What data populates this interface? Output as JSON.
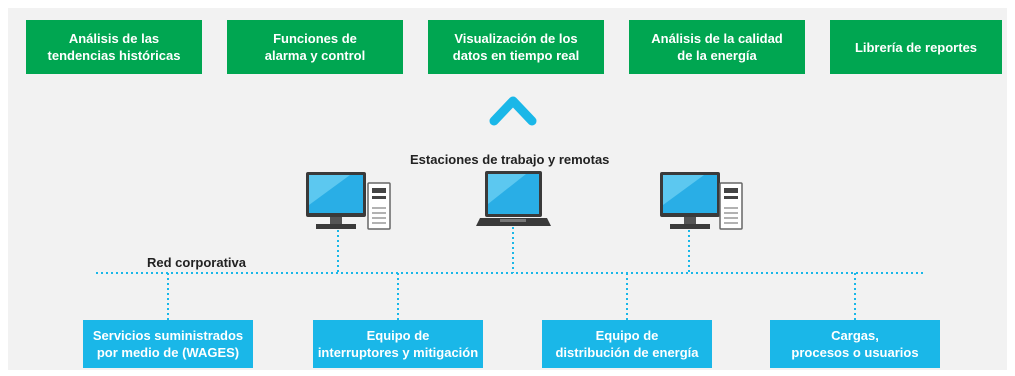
{
  "top_functions": [
    {
      "label": "Análisis de las\ntendencias históricas"
    },
    {
      "label": "Funciones de\nalarma y control"
    },
    {
      "label": "Visualización de los\ndatos en tiempo real"
    },
    {
      "label": "Análisis de la calidad\nde la energía"
    },
    {
      "label": "Librería de reportes"
    }
  ],
  "workstations_label": "Estaciones de trabajo y remotas",
  "network_label": "Red corporativa",
  "bottom_components": [
    {
      "label": "Servicios suministrados\npor medio de (WAGES)"
    },
    {
      "label": "Equipo de\ninterruptores y mitigación"
    },
    {
      "label": "Equipo de\ndistribución de energía"
    },
    {
      "label": "Cargas,\nprocesos o usuarios"
    }
  ],
  "colors": {
    "green": "#00a651",
    "blue": "#1ab7e8",
    "panel": "#f2f2f2",
    "network_line": "#1ab7e8"
  },
  "icons": [
    "up-arrow-icon",
    "desktop-computer-icon",
    "laptop-icon",
    "desktop-computer-icon"
  ]
}
